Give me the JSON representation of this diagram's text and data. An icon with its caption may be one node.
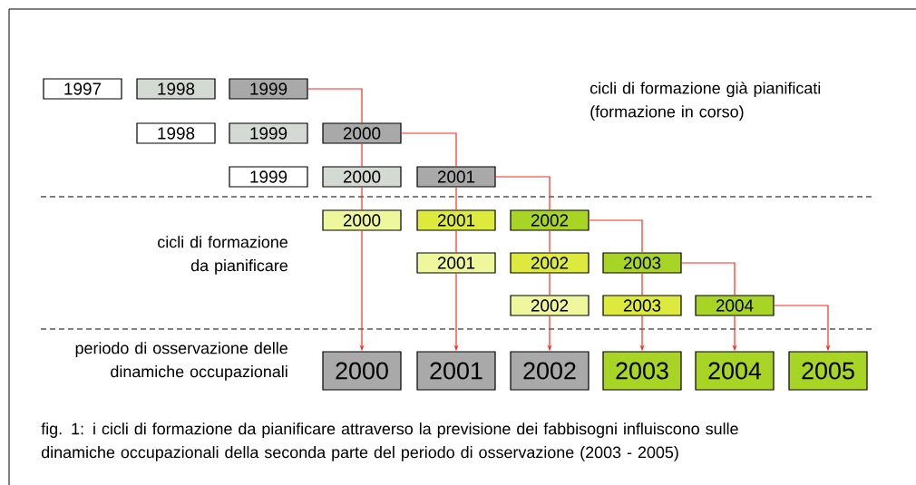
{
  "diagram": {
    "caption": "fig. 1:   i cicli di formazione da pianificare attraverso la previsione dei fabbisogni influiscono sulle dinamiche occupazionali della seconda parte del periodo di osservazione  (2003 - 2005)",
    "nodes": [
      {
        "text": [
          "1997"
        ]
      },
      {
        "text": [
          "1998"
        ]
      },
      {
        "text": [
          "1999"
        ]
      },
      {
        "text": [
          "1998"
        ]
      },
      {
        "text": [
          "1999"
        ]
      },
      {
        "text": [
          "2000"
        ]
      },
      {
        "text": [
          "1999"
        ]
      },
      {
        "text": [
          "2000"
        ]
      },
      {
        "text": [
          "2001"
        ]
      },
      {
        "text": [
          "2000"
        ]
      },
      {
        "text": [
          "2001"
        ]
      },
      {
        "text": [
          "2002"
        ]
      },
      {
        "text": [
          "2001"
        ]
      },
      {
        "text": [
          "2002"
        ]
      },
      {
        "text": [
          "2003"
        ]
      },
      {
        "text": [
          "2002"
        ]
      },
      {
        "text": [
          "2003"
        ]
      },
      {
        "text": [
          "2004"
        ]
      },
      {
        "text": [
          "2000"
        ]
      },
      {
        "text": [
          "2001"
        ]
      },
      {
        "text": [
          "2002"
        ]
      },
      {
        "text": [
          "2003"
        ]
      },
      {
        "text": [
          "2004"
        ]
      },
      {
        "text": [
          "2005"
        ]
      }
    ],
    "edges": [
      {
        "from": 2,
        "to": 5,
        "arrow": "none"
      },
      {
        "from": 5,
        "to": 7,
        "arrow": "none"
      },
      {
        "from": 7,
        "to": 9,
        "arrow": "none"
      },
      {
        "from": 9,
        "to": 18,
        "arrow": "to"
      },
      {
        "from": 5,
        "to": 8,
        "arrow": "none"
      },
      {
        "from": 8,
        "to": 10,
        "arrow": "none"
      },
      {
        "from": 10,
        "to": 12,
        "arrow": "none"
      },
      {
        "from": 12,
        "to": 19,
        "arrow": "to"
      },
      {
        "from": 8,
        "to": 11,
        "arrow": "none"
      },
      {
        "from": 11,
        "to": 13,
        "arrow": "none"
      },
      {
        "from": 13,
        "to": 15,
        "arrow": "none"
      },
      {
        "from": 15,
        "to": 20,
        "arrow": "to"
      },
      {
        "from": 11,
        "to": 14,
        "arrow": "none"
      },
      {
        "from": 14,
        "to": 16,
        "arrow": "none"
      },
      {
        "from": 16,
        "to": 21,
        "arrow": "to"
      },
      {
        "from": 14,
        "to": 17,
        "arrow": "none"
      },
      {
        "from": 17,
        "to": 22,
        "arrow": "to"
      },
      {
        "from": 17,
        "to": 23,
        "arrow": "to"
      }
    ],
    "labels": [
      "cicli di formazione già pianificati (formazione in corso)",
      "cicli di formazione da pianificare",
      "periodo di osservazione delle dinamiche occupazionali"
    ]
  }
}
